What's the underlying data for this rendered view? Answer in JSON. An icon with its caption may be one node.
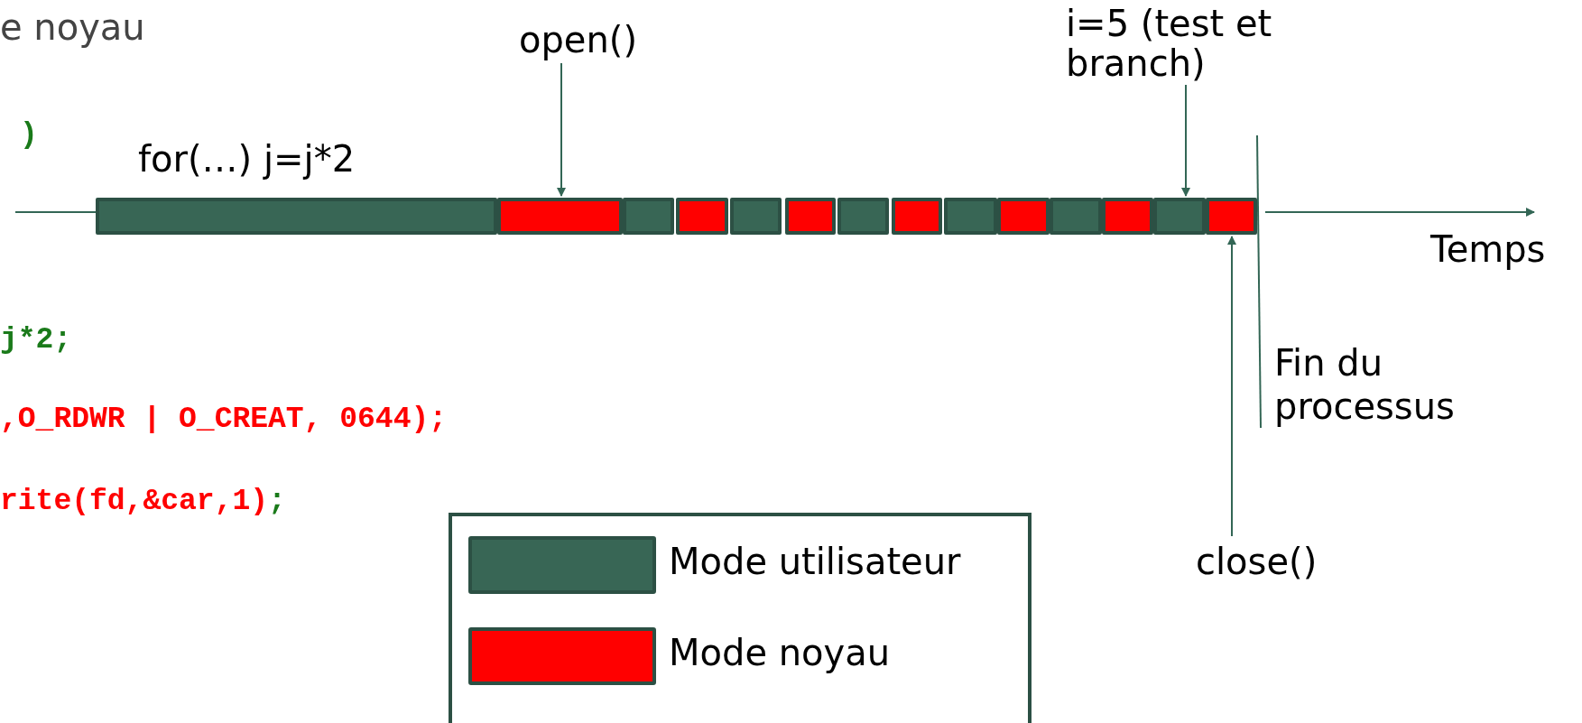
{
  "diagram": {
    "nodes": [
      {
        "text": [
          "open()"
        ]
      },
      {
        "text": [
          "i=5 (test et branch)"
        ]
      },
      {
        "text": [],
        "shape": "bar"
      },
      {
        "text": [],
        "shape": "bar"
      },
      {
        "text": [],
        "shape": "bar"
      },
      {
        "text": [],
        "shape": "bar"
      },
      {
        "text": [],
        "shape": "bar"
      },
      {
        "text": [],
        "shape": "bar"
      },
      {
        "text": [],
        "shape": "bar"
      },
      {
        "text": [],
        "shape": "bar"
      },
      {
        "text": [],
        "shape": "bar"
      },
      {
        "text": [],
        "shape": "bar"
      },
      {
        "text": [],
        "shape": "bar"
      },
      {
        "text": [],
        "shape": "bar"
      },
      {
        "text": [],
        "shape": "bar"
      },
      {
        "text": [],
        "shape": "bar"
      },
      {
        "text": [
          "close()"
        ]
      },
      {
        "text": [
          "Fin du processus"
        ]
      }
    ],
    "edges": [
      {
        "from": 0,
        "to": 3,
        "arrow": "to"
      },
      {
        "from": 1,
        "to": 14,
        "arrow": "to"
      },
      {
        "from": 16,
        "to": 15,
        "arrow": "to"
      },
      {
        "from": 17,
        "to": null,
        "arrow": "none"
      }
    ],
    "labels": [
      "e noyau",
      ")",
      "for(…) j=j*2",
      "Temps",
      "j*2;",
      ",O_RDWR | O_CREAT, 0644);",
      "rite(fd,&car,1)",
      ";"
    ],
    "legend": [
      {
        "text": "Mode utilisateur",
        "color": "#386655"
      },
      {
        "text": "Mode noyau",
        "color": "#ff0000"
      }
    ]
  }
}
